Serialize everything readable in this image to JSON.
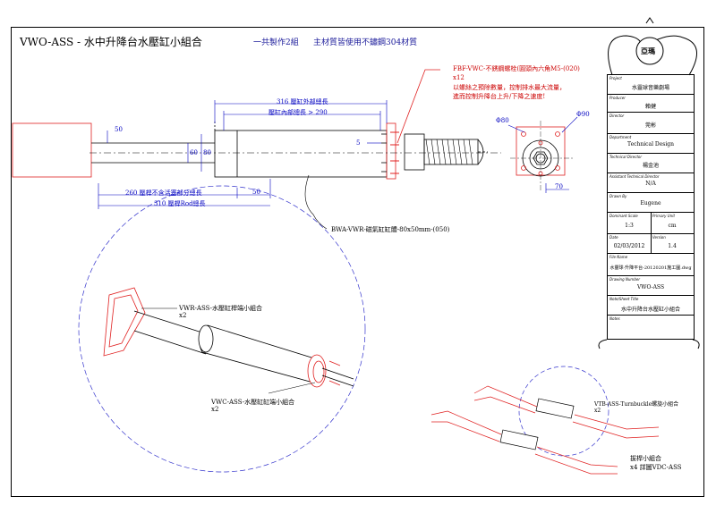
{
  "header": {
    "title": "VWO-ASS - 水中升降台水壓缸小組合",
    "quantity_note": "一共製作2組",
    "material_note": "主材質皆使用不鏽鋼304材質"
  },
  "dimensions": {
    "d316": "316 壓缸外部總長",
    "d290": "壓缸內部總長 > 290",
    "d50_top": "50",
    "d60": "60",
    "d80_side": "80",
    "d5": "5",
    "d260": "260 壓桿不含活塞部分總長",
    "d50_bottom": "50",
    "d310": "310 壓桿Rod總長",
    "phi80": "Φ80",
    "phi90": "Φ90",
    "d70": "70"
  },
  "annotations": {
    "fbf_line1": "FBF-VWC-不銹鋼螺栓(圓頭內六角M5-(020)",
    "fbf_line2": "x12",
    "fbf_line3": "以螺絲之預除數量，控制排水最大流量，",
    "fbf_line4": "進而控制升降台上升/下降之速度!",
    "bwa_label": "BWA-VWR-磁氣缸缸體-80x50mm-(050)",
    "vwr_label": "VWR-ASS-水壓缸桿端小組合",
    "vwr_qty": "x2",
    "vwc_label": "VWC-ASS-水壓缸缸端小組合",
    "vwc_qty": "x2",
    "vtb_label": "VTB-ASS-Turnbuckle螺旋小組合",
    "vtb_qty": "x2",
    "link_label": "拔桿小組合",
    "link_qty": "x4 詳圖VDC-ASS"
  },
  "title_block": {
    "logo_text": "亞瑪",
    "project_h": "Project",
    "project_v": "水靈球音樂劇場",
    "producer_h": "Producer",
    "producer_v": "賴健",
    "director_h": "Director",
    "director_v": "莞彬",
    "department_h": "Department",
    "department_v": "Technical Design",
    "tech_dir_h": "Technical Director",
    "tech_dir_v": "楊金池",
    "asst_tech_h": "Assistant Technical Director",
    "asst_tech_v": "N/A",
    "drawn_h": "Drawn By",
    "drawn_v": "Eugene",
    "scale_h": "Dominant Scale",
    "scale_v": "1:3",
    "unit_h": "Primary Unit",
    "unit_v": "cm",
    "date_h": "Date",
    "date_v": "02/03/2012",
    "version_h": "Version",
    "version_v": "1.4",
    "file_h": "File Name",
    "file_v": "水靈球-升降平台-20120201施工圖.dwg",
    "drawing_h": "Drawing Number",
    "drawing_v": "VWO-ASS",
    "sheet_h": "Note/Sheet Title",
    "sheet_v": "水中升降台水壓缸小組合",
    "notes_h": "Notes"
  },
  "colors": {
    "red": "#e02020",
    "blue_dim": "#0000c0",
    "blue_circle": "#3333cc",
    "line": "#000000"
  }
}
